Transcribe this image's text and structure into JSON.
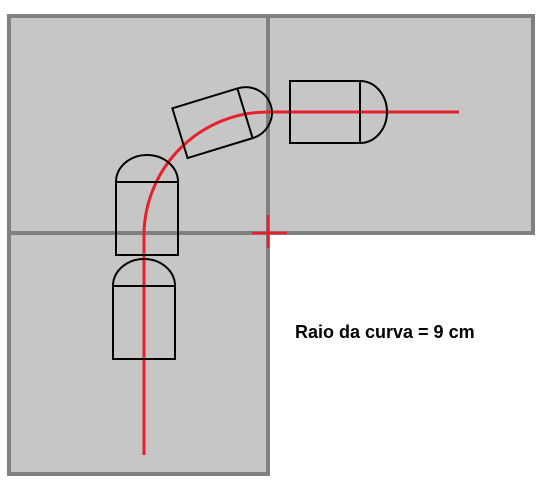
{
  "caption": "Raio da curva = 9 cm",
  "colors": {
    "panel_fill": "#c6c6c6",
    "panel_border": "#808080",
    "track": "#e8202a",
    "center_mark": "#e8202a",
    "vehicle_outline": "#000000",
    "text": "#000000",
    "background": "#ffffff"
  },
  "vehicles": [
    {
      "id": "lower-straight",
      "orientation": "vertical"
    },
    {
      "id": "upper-straight",
      "orientation": "vertical"
    },
    {
      "id": "curve",
      "orientation": "tilted"
    },
    {
      "id": "horizontal",
      "orientation": "horizontal"
    }
  ]
}
